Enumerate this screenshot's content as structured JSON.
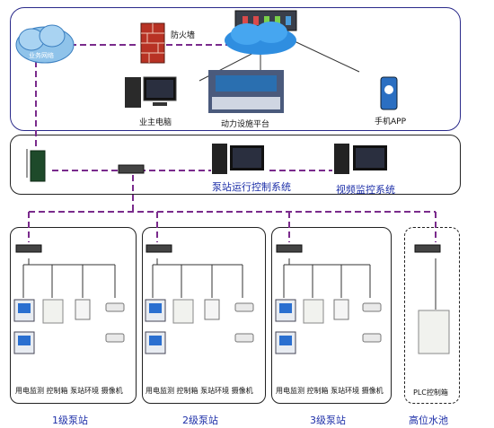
{
  "top": {
    "business_network": "业务网络",
    "firewall": "防火墙",
    "owner_pc": "业主电脑",
    "power_platform": "动力设施平台",
    "mobile_app": "手机APP"
  },
  "middle": {
    "pump_control_system": "泵站运行控制系统",
    "video_monitor_system": "视频监控系统"
  },
  "stations": [
    {
      "name": "1级泵站",
      "devices": "用电监测 控制箱  泵站环境  摄像机"
    },
    {
      "name": "2级泵站",
      "devices": "用电监测 控制箱  泵站环境  摄像机"
    },
    {
      "name": "3级泵站",
      "devices": "用电监测 控制箱  泵站环境  摄像机"
    },
    {
      "name": "高位水池",
      "devices": "PLC控制箱"
    }
  ],
  "colors": {
    "dashed_link": "#7a2b8c",
    "label_blue": "#1d2fa8",
    "cloud": "#2f8ee0"
  }
}
